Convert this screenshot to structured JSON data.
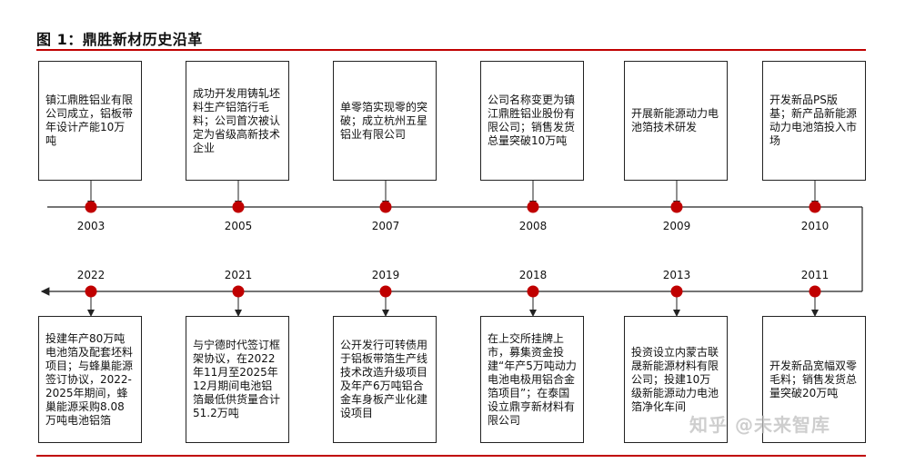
{
  "figure_title": "图 1：鼎胜新材历史沿革",
  "accent_color": "#c00000",
  "line_color": "#222222",
  "top_events": [
    {
      "year": "2003",
      "text": "镇江鼎胜铝业有限公司成立，铝板带年设计产能10万吨"
    },
    {
      "year": "2005",
      "text": "成功开发用铸轧坯料生产铝箔行毛料；公司首次被认定为省级高新技术企业"
    },
    {
      "year": "2007",
      "text": "单零箔实现零的突破；成立杭州五星铝业有限公司"
    },
    {
      "year": "2008",
      "text": "公司名称变更为镇江鼎胜铝业股份有限公司；销售发货总量突破10万吨"
    },
    {
      "year": "2009",
      "text": "开展新能源动力电池箔技术研发"
    },
    {
      "year": "2010",
      "text": "开发新品PS版基；新产品新能源动力电池箔投入市场"
    }
  ],
  "bottom_events": [
    {
      "year": "2022",
      "text": "投建年产80万吨电池箔及配套坯料项目；与蜂巢能源签订协议，2022-2025年期间，蜂巢能源采购8.08万吨电池铝箔"
    },
    {
      "year": "2021",
      "text": "与宁德时代签订框架协议，在2022年11月至2025年12月期间电池铝箔最低供货量合计51.2万吨"
    },
    {
      "year": "2019",
      "text": "公开发行可转债用于铝板带箔生产线技术改造升级项目及年产6万吨铝合金车身板产业化建设项目"
    },
    {
      "year": "2018",
      "text": "在上交所挂牌上市，募集资金投建“年产5万吨动力电池电极用铝合金箔项目”；在泰国设立鼎亨新材料有限公司"
    },
    {
      "year": "2013",
      "text": "投资设立内蒙古联晟新能源材料有限公司；投建10万级新能源动力电池箔净化车间"
    },
    {
      "year": "2011",
      "text": "开发新品宽幅双零毛料；销售发货总量突破20万吨"
    }
  ],
  "watermark": "知乎 @未来智库"
}
